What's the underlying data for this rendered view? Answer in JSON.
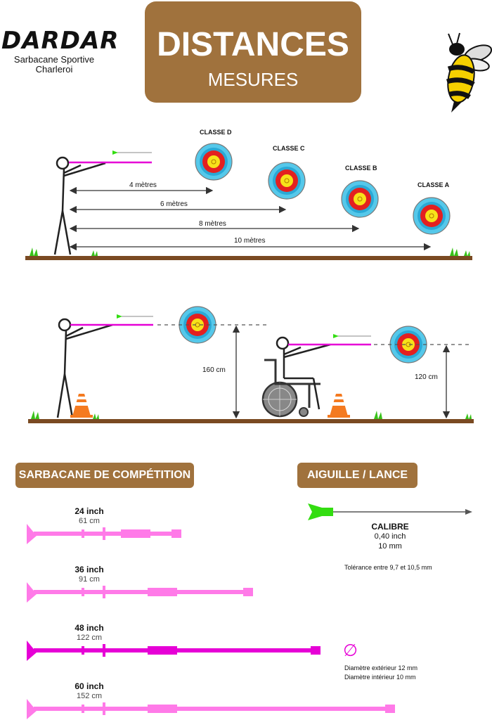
{
  "brand": {
    "name": "DARDAR",
    "subtitle_line1": "Sarbacane Sportive",
    "subtitle_line2": "Charleroi"
  },
  "title": {
    "main": "DISTANCES",
    "sub": "MESURES"
  },
  "colors": {
    "brand_brown": "#a0723d",
    "ground": "#7a4a22",
    "blowgun_pink": "#ff7ae8",
    "blowgun_magenta": "#e600d6",
    "dart_green": "#33dd11",
    "cone_orange": "#f47a20"
  },
  "distances": {
    "classes": [
      "CLASSE D",
      "CLASSE C",
      "CLASSE B",
      "CLASSE A"
    ],
    "meters": [
      "4 mètres",
      "6 mètres",
      "8 mètres",
      "10 mètres"
    ]
  },
  "heights": {
    "standing": "160 cm",
    "seated": "120 cm"
  },
  "sections": {
    "blowgun": "SARBACANE DE COMPÉTITION",
    "dart": "AIGUILLE / LANCE"
  },
  "blowguns": [
    {
      "inch": "24 inch",
      "cm": "61 cm"
    },
    {
      "inch": "36 inch",
      "cm": "91 cm"
    },
    {
      "inch": "48 inch",
      "cm": "122 cm"
    },
    {
      "inch": "60 inch",
      "cm": "152 cm"
    }
  ],
  "calibre": {
    "label": "CALIBRE",
    "inch": "0,40 inch",
    "mm": "10 mm",
    "tolerance": "Tolérance entre 9,7 et 10,5 mm"
  },
  "diameter": {
    "symbol": "∅",
    "outer": "Diamètre extérieur 12 mm",
    "inner": "Diamètre intérieur 10 mm"
  },
  "icons": {
    "mascot": "wasp-icon",
    "target": "archery-target-icon",
    "wheelchair": "wheelchair-icon",
    "cone": "traffic-cone-icon"
  }
}
